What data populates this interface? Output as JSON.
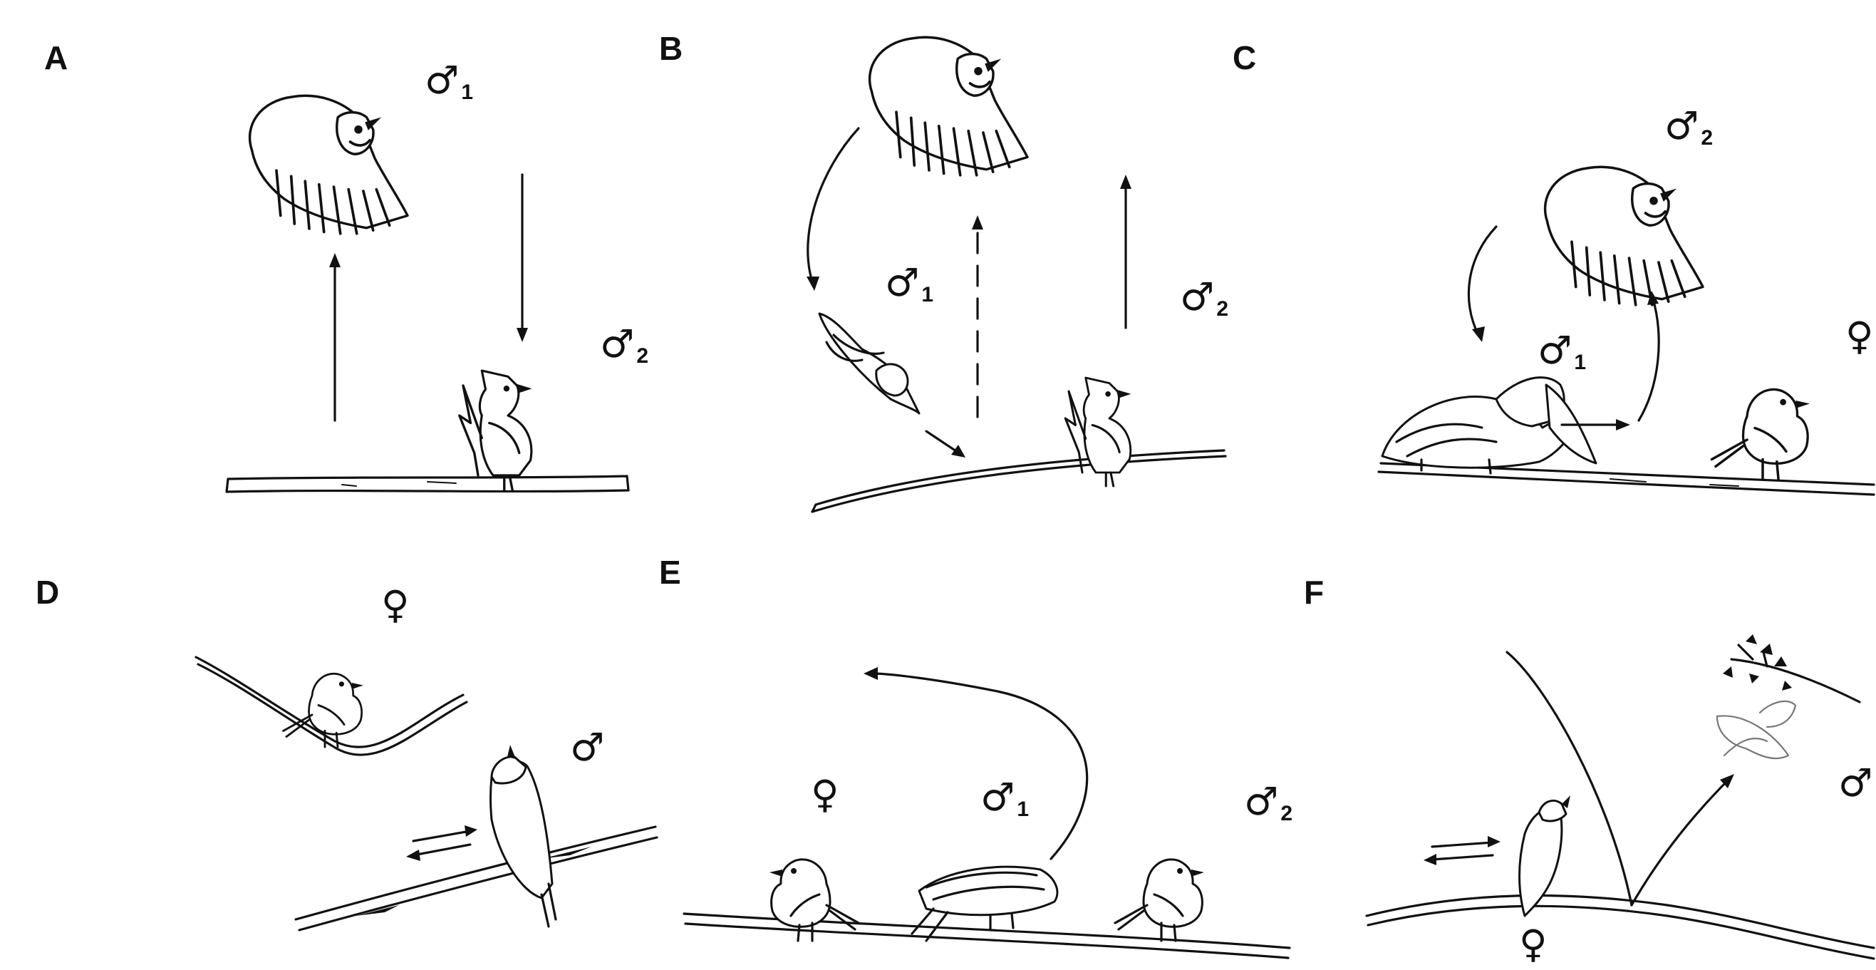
{
  "figure": {
    "panels": [
      {
        "id": "A",
        "label": "A",
        "symbols": [
          {
            "glyph": "♂",
            "sub": "1"
          },
          {
            "glyph": "♂",
            "sub": "2"
          }
        ]
      },
      {
        "id": "B",
        "label": "B",
        "symbols": [
          {
            "glyph": "♂",
            "sub": "1"
          },
          {
            "glyph": "♂",
            "sub": "2"
          }
        ]
      },
      {
        "id": "C",
        "label": "C",
        "symbols": [
          {
            "glyph": "♂",
            "sub": "2"
          },
          {
            "glyph": "♂",
            "sub": "1"
          },
          {
            "glyph": "♀",
            "sub": ""
          }
        ]
      },
      {
        "id": "D",
        "label": "D",
        "symbols": [
          {
            "glyph": "♀",
            "sub": ""
          },
          {
            "glyph": "♂",
            "sub": ""
          }
        ]
      },
      {
        "id": "E",
        "label": "E",
        "symbols": [
          {
            "glyph": "♀",
            "sub": ""
          },
          {
            "glyph": "♂",
            "sub": "1"
          },
          {
            "glyph": "♂",
            "sub": "2"
          }
        ]
      },
      {
        "id": "F",
        "label": "F",
        "symbols": [
          {
            "glyph": "♂",
            "sub": ""
          },
          {
            "glyph": "♀",
            "sub": ""
          }
        ]
      }
    ]
  }
}
